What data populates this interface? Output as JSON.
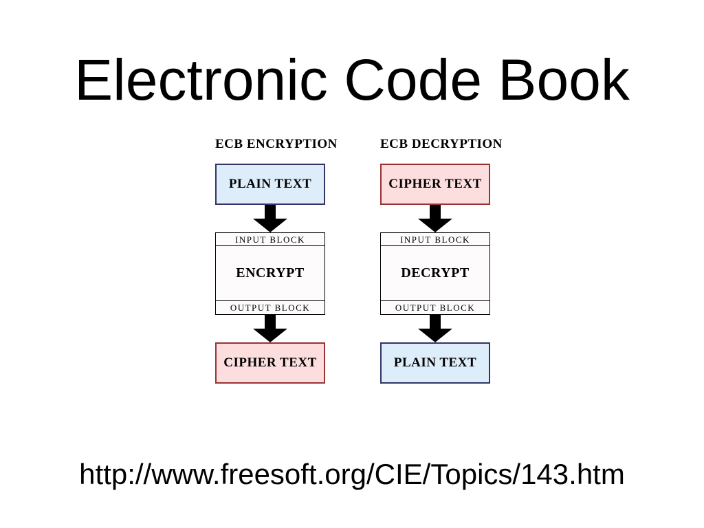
{
  "slide": {
    "title": "Electronic Code Book",
    "footer_url": "http://www.freesoft.org/CIE/Topics/143.htm"
  },
  "diagram": {
    "columns": [
      {
        "header": "ECB ENCRYPTION",
        "top_box": {
          "label": "PLAIN TEXT",
          "type": "plain"
        },
        "process_box": {
          "top": "INPUT BLOCK",
          "center": "ENCRYPT",
          "bottom": "OUTPUT BLOCK"
        },
        "bottom_box": {
          "label": "CIPHER TEXT",
          "type": "cipher"
        }
      },
      {
        "header": "ECB DECRYPTION",
        "top_box": {
          "label": "CIPHER TEXT",
          "type": "cipher"
        },
        "process_box": {
          "top": "INPUT BLOCK",
          "center": "DECRYPT",
          "bottom": "OUTPUT BLOCK"
        },
        "bottom_box": {
          "label": "PLAIN TEXT",
          "type": "plain"
        }
      }
    ],
    "icons": {
      "flow_arrow": "solid black block arrow pointing down"
    },
    "colors": {
      "plain_fill": "#ddedf9",
      "plain_border": "#333366",
      "cipher_fill": "#fcdede",
      "cipher_border": "#993333",
      "process_fill": "#fdfbfc",
      "process_border": "#000000",
      "arrow": "#000000",
      "text": "#000000",
      "background": "#ffffff"
    }
  }
}
